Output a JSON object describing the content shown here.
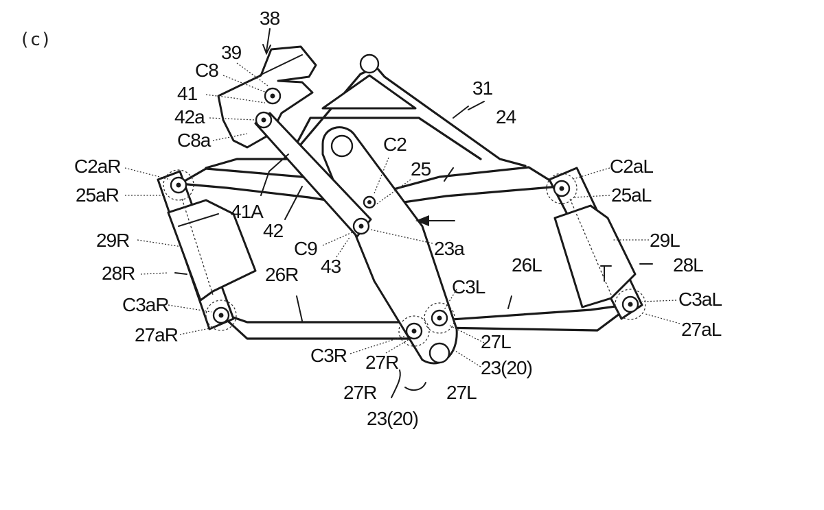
{
  "caption": "(c)",
  "labels": {
    "n38": "38",
    "n39": "39",
    "c8": "C8",
    "n41": "41",
    "n42a": "42a",
    "c8a": "C8a",
    "c2ar": "C2aR",
    "n25ar": "25aR",
    "n29r": "29R",
    "n28r": "28R",
    "c3ar": "C3aR",
    "n27ar": "27aR",
    "n41a": "41A",
    "n42": "42",
    "c9": "C9",
    "n43": "43",
    "n31": "31",
    "n24": "24",
    "c2": "C2",
    "n25": "25",
    "n23a": "23a",
    "c2al": "C2aL",
    "n25al": "25aL",
    "n29l": "29L",
    "n28l": "28L",
    "c3al": "C3aL",
    "n27al": "27aL",
    "n26r": "26R",
    "n26l": "26L",
    "c3l": "C3L",
    "n27l": "27L",
    "n23_20": "23(20)",
    "c3r": "C3R",
    "n27r": "27R",
    "n27r_b": "27R",
    "n27l_b": "27L",
    "n23_20_b": "23(20)"
  }
}
